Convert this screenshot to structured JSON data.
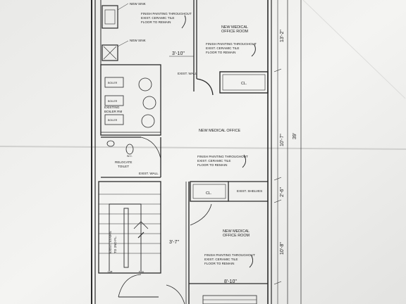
{
  "plan": {
    "fixtures": {
      "new_sink_top": "NEW SINK",
      "new_sink_mid": "NEW SINK",
      "boiler": "BOILER",
      "wall_existing_mid": "EXIST. WALL",
      "existing_boiler_rm_1": "EXISTING",
      "existing_boiler_rm_2": "BOILER RM",
      "relocate_toilet_1": "RELOCATE",
      "relocate_toilet_2": "TOILET",
      "wall_existing_low": "EXIST. WALL",
      "stairs_1": "EXIST. STAIRS",
      "stairs_2": "TO 2ND FL.",
      "up": "UP",
      "dn": "DN",
      "wc": "W.C."
    },
    "rooms": {
      "medical_top_1": "NEW MEDICAL",
      "medical_top_2": "OFFICE ROOM",
      "closet": "CL.",
      "medical_office": "NEW MEDICAL OFFICE",
      "closet_low": "CL.",
      "shelves": "EXIST. SHELVES",
      "medical_bot_1": "NEW MEDICAL",
      "medical_bot_2": "OFFICE ROOM"
    },
    "notes": {
      "finish_a_1": "FINISH PAINTING THROUGHOUT",
      "finish_a_2": "EXIST. CERAMIC TILE",
      "finish_a_3": "FLOOR TO REMAIN",
      "finish_b_1": "FINISH PAINTING THROUGHOUT",
      "finish_b_2": "EXIST. CERAMIC TILE",
      "finish_b_3": "FLOOR TO REMAIN",
      "finish_c_1": "FINISH PAINTING THROUGHOUT",
      "finish_c_2": "EXIST. CERAMIC TILE",
      "finish_c_3": "FLOOR TO REMAIN",
      "finish_d_1": "FINISH PAINTING THROUGHOUT",
      "finish_d_2": "EXIST. CERAMIC TILE",
      "finish_d_3": "FLOOR TO REMAIN"
    },
    "dimensions": {
      "d1": "3'-10\"",
      "d2": "3'-7\"",
      "d3": "8'-10\"",
      "r1": "13'-2\"",
      "r2": "10'-7\"",
      "r3": "2'-6\"",
      "r4": "10'-8\"",
      "r5": "39'"
    }
  }
}
